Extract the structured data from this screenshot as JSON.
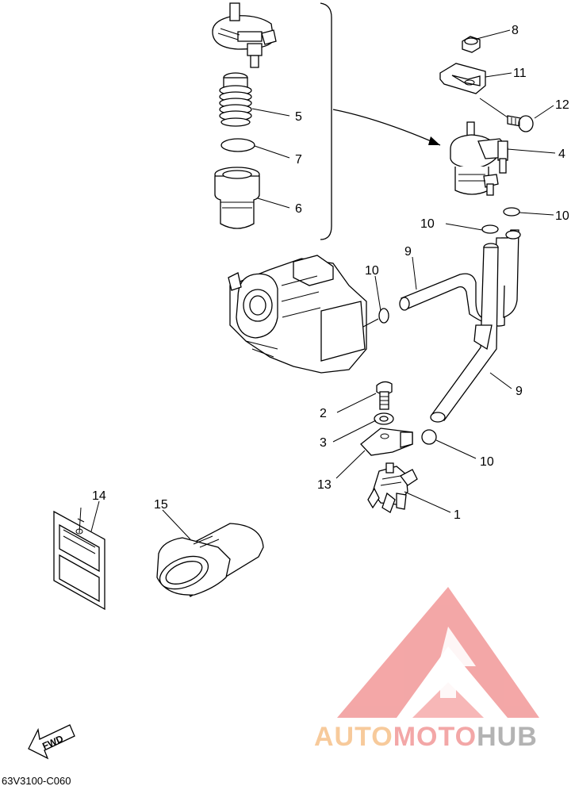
{
  "callouts": [
    {
      "id": "c1",
      "label": "1"
    },
    {
      "id": "c2",
      "label": "2"
    },
    {
      "id": "c3",
      "label": "3"
    },
    {
      "id": "c4",
      "label": "4"
    },
    {
      "id": "c5",
      "label": "5"
    },
    {
      "id": "c6",
      "label": "6"
    },
    {
      "id": "c7",
      "label": "7"
    },
    {
      "id": "c8",
      "label": "8"
    },
    {
      "id": "c9a",
      "label": "9"
    },
    {
      "id": "c9b",
      "label": "9"
    },
    {
      "id": "c10a",
      "label": "10"
    },
    {
      "id": "c10b",
      "label": "10"
    },
    {
      "id": "c10c",
      "label": "10"
    },
    {
      "id": "c10d",
      "label": "10"
    },
    {
      "id": "c11",
      "label": "11"
    },
    {
      "id": "c12",
      "label": "12"
    },
    {
      "id": "c13",
      "label": "13"
    },
    {
      "id": "c14",
      "label": "14"
    },
    {
      "id": "c15",
      "label": "15"
    }
  ],
  "fwd_label": "FWD",
  "drawing_code": "63V3100-C060",
  "watermark": {
    "word_part1": "AUTO",
    "word_part2": "MOTO",
    "word_part3": "HUB",
    "color_orange": "#f5b97a",
    "color_red": "#f08a8a",
    "color_gray": "#9a9a9a"
  }
}
